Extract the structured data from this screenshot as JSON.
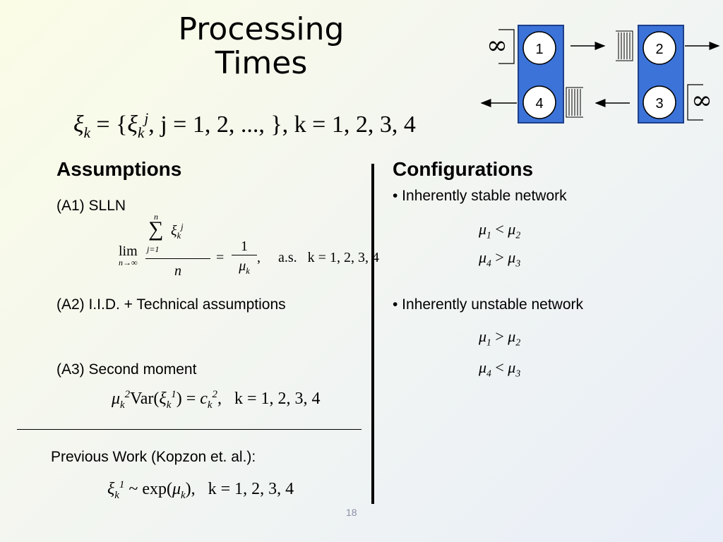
{
  "title": {
    "line1": "Processing",
    "line2": "Times"
  },
  "xi_def": {
    "lhs": "ξ",
    "sub_k": "k",
    "eq": "= {",
    "xi2": "ξ",
    "sub_k2": "k",
    "sup_j": "j",
    "rest": ", j = 1, 2, ..., },   k = 1, 2, 3, 4"
  },
  "assumptions": {
    "heading": "Assumptions",
    "a1_label": "(A1)  SLLN",
    "a1_formula": {
      "sum_top": "n",
      "sum": "∑",
      "sum_bottom": "j=1",
      "xi": "ξ",
      "sub": "k",
      "sup": "j",
      "lim": "lim",
      "lim_sub": "n→∞",
      "den_n": "n",
      "eq": "=",
      "one": "1",
      "mu": "μ",
      "mu_sub": "k",
      "tail": ",     a.s.   k = 1, 2, 3, 4"
    },
    "a2_label": "(A2)  I.I.D. + Technical assumptions",
    "a3_label": "(A3)  Second moment",
    "a3_formula": {
      "mu": "μ",
      "sub_k": "k",
      "sup2": "2",
      "var": "Var(",
      "xi": "ξ",
      "xi_sub": "k",
      "xi_sup": "1",
      "mid": ") = ",
      "c": "c",
      "c_sub": "k",
      "c_sup": "2",
      "tail": ",   k = 1, 2, 3, 4"
    }
  },
  "previous": {
    "label": "Previous Work (Kopzon et. al.):",
    "formula": {
      "xi": "ξ",
      "sub_k": "k",
      "sup1": "1",
      "mid": " ~ exp(",
      "mu": "μ",
      "mu_sub": "k",
      "tail": "),   k = 1, 2, 3, 4"
    }
  },
  "configurations": {
    "heading": "Configurations",
    "stable_label": "• Inherently stable network",
    "stable_rel1": {
      "a": "μ",
      "a_sub": "1",
      "op": "<",
      "b": "μ",
      "b_sub": "2"
    },
    "stable_rel2": {
      "a": "μ",
      "a_sub": "4",
      "op": ">",
      "b": "μ",
      "b_sub": "3"
    },
    "unstable_label": "• Inherently unstable network",
    "unstable_rel1": {
      "a": "μ",
      "a_sub": "1",
      "op": ">",
      "b": "μ",
      "b_sub": "2"
    },
    "unstable_rel2": {
      "a": "μ",
      "a_sub": "4",
      "op": "<",
      "b": "μ",
      "b_sub": "3"
    }
  },
  "diagram": {
    "node1": "1",
    "node2": "2",
    "node3": "3",
    "node4": "4",
    "inf_left": "∞",
    "inf_right": "∞"
  },
  "page_number": "18",
  "colors": {
    "station_fill": "#3c73d8",
    "station_stroke": "#1e3f8a",
    "node_fill": "#ffffff"
  }
}
